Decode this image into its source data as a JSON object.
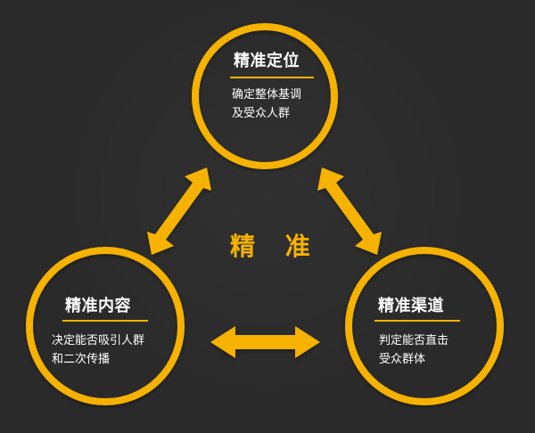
{
  "diagram": {
    "center_label": "精 准",
    "colors": {
      "accent": "#F6B200",
      "background": "#2a2a2a",
      "text": "#ffffff"
    },
    "nodes": [
      {
        "title": "精准定位",
        "lines": [
          "确定整体基调",
          "及受众人群"
        ]
      },
      {
        "title": "精准内容",
        "lines": [
          "决定能否吸引人群",
          "和二次传播"
        ]
      },
      {
        "title": "精准渠道",
        "lines": [
          "判定能否直击",
          "受众群体"
        ]
      }
    ],
    "connectors": [
      {
        "from": "精准定位",
        "to": "精准内容",
        "direction": "both"
      },
      {
        "from": "精准定位",
        "to": "精准渠道",
        "direction": "both"
      },
      {
        "from": "精准内容",
        "to": "精准渠道",
        "direction": "both"
      }
    ]
  }
}
